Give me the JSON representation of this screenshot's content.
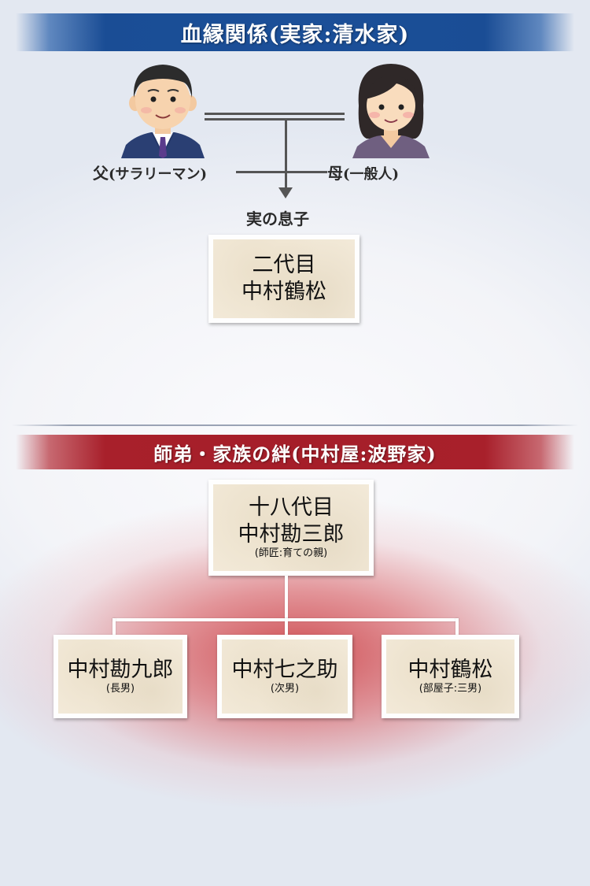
{
  "section1": {
    "title": "血縁関係(実家:清水家)",
    "father": {
      "icon": "father-icon",
      "name": "父",
      "role": "(サラリーマン)"
    },
    "mother": {
      "icon": "mother-icon",
      "name": "母",
      "role": "(一般人)"
    },
    "child_relation": "実の息子",
    "child_card": {
      "line1": "二代目",
      "line2": "中村鶴松"
    }
  },
  "section2": {
    "title": "師弟・家族の絆(中村屋:波野家)",
    "master_card": {
      "line1": "十八代目",
      "line2": "中村勘三郎",
      "note": "(師匠:育ての親)"
    },
    "children": [
      {
        "name": "中村勘九郎",
        "note": "(長男)"
      },
      {
        "name": "中村七之助",
        "note": "(次男)"
      },
      {
        "name": "中村鶴松",
        "note": "(部屋子:三男)"
      }
    ]
  },
  "colors": {
    "blue_band": "#1b4f98",
    "red_band": "#a51e29",
    "card_bg": "#f3ead9",
    "line_dark": "#555555"
  }
}
